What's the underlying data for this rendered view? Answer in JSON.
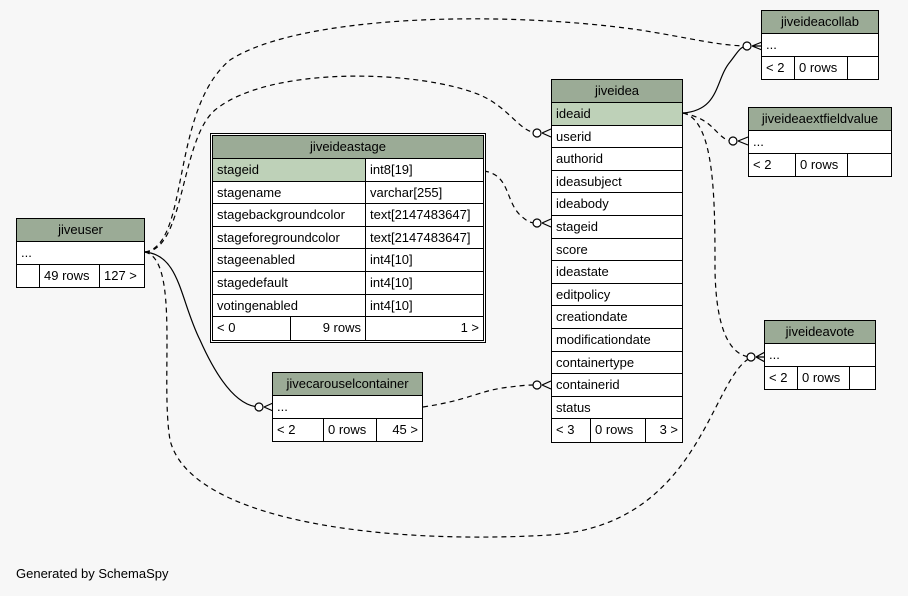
{
  "footer": "Generated by SchemaSpy",
  "tables": {
    "jiveideacollab": {
      "name": "jiveideacollab",
      "cols": [
        "..."
      ],
      "stats": [
        "< 2",
        "0 rows",
        ""
      ]
    },
    "jiveideaextfieldvalue": {
      "name": "jiveideaextfieldvalue",
      "cols": [
        "..."
      ],
      "stats": [
        "< 2",
        "0 rows",
        ""
      ]
    },
    "jiveideavote": {
      "name": "jiveideavote",
      "cols": [
        "..."
      ],
      "stats": [
        "< 2",
        "0 rows",
        ""
      ]
    },
    "jiveuser": {
      "name": "jiveuser",
      "cols": [
        "..."
      ],
      "stats": [
        "",
        "49 rows",
        "127 >"
      ]
    },
    "jivecarouselcontainer": {
      "name": "jivecarouselcontainer",
      "cols": [
        "..."
      ],
      "stats": [
        "< 2",
        "0 rows",
        "45 >"
      ]
    },
    "jiveideastage": {
      "name": "jiveideastage",
      "cols": [
        {
          "name": "stageid",
          "type": "int8[19]"
        },
        {
          "name": "stagename",
          "type": "varchar[255]"
        },
        {
          "name": "stagebackgroundcolor",
          "type": "text[2147483647]"
        },
        {
          "name": "stageforegroundcolor",
          "type": "text[2147483647]"
        },
        {
          "name": "stageenabled",
          "type": "int4[10]"
        },
        {
          "name": "stagedefault",
          "type": "int4[10]"
        },
        {
          "name": "votingenabled",
          "type": "int4[10]"
        }
      ],
      "stats": [
        "< 0",
        "9 rows",
        "1 >"
      ]
    },
    "jiveidea": {
      "name": "jiveidea",
      "cols": [
        "ideaid",
        "userid",
        "authorid",
        "ideasubject",
        "ideabody",
        "stageid",
        "score",
        "ideastate",
        "editpolicy",
        "creationdate",
        "modificationdate",
        "containertype",
        "containerid",
        "status"
      ],
      "stats": [
        "< 3",
        "0 rows",
        "3 >"
      ]
    }
  },
  "colors": {
    "header": "#9bab96",
    "pk": "#bed1b8",
    "background": "#f7f7f7"
  }
}
